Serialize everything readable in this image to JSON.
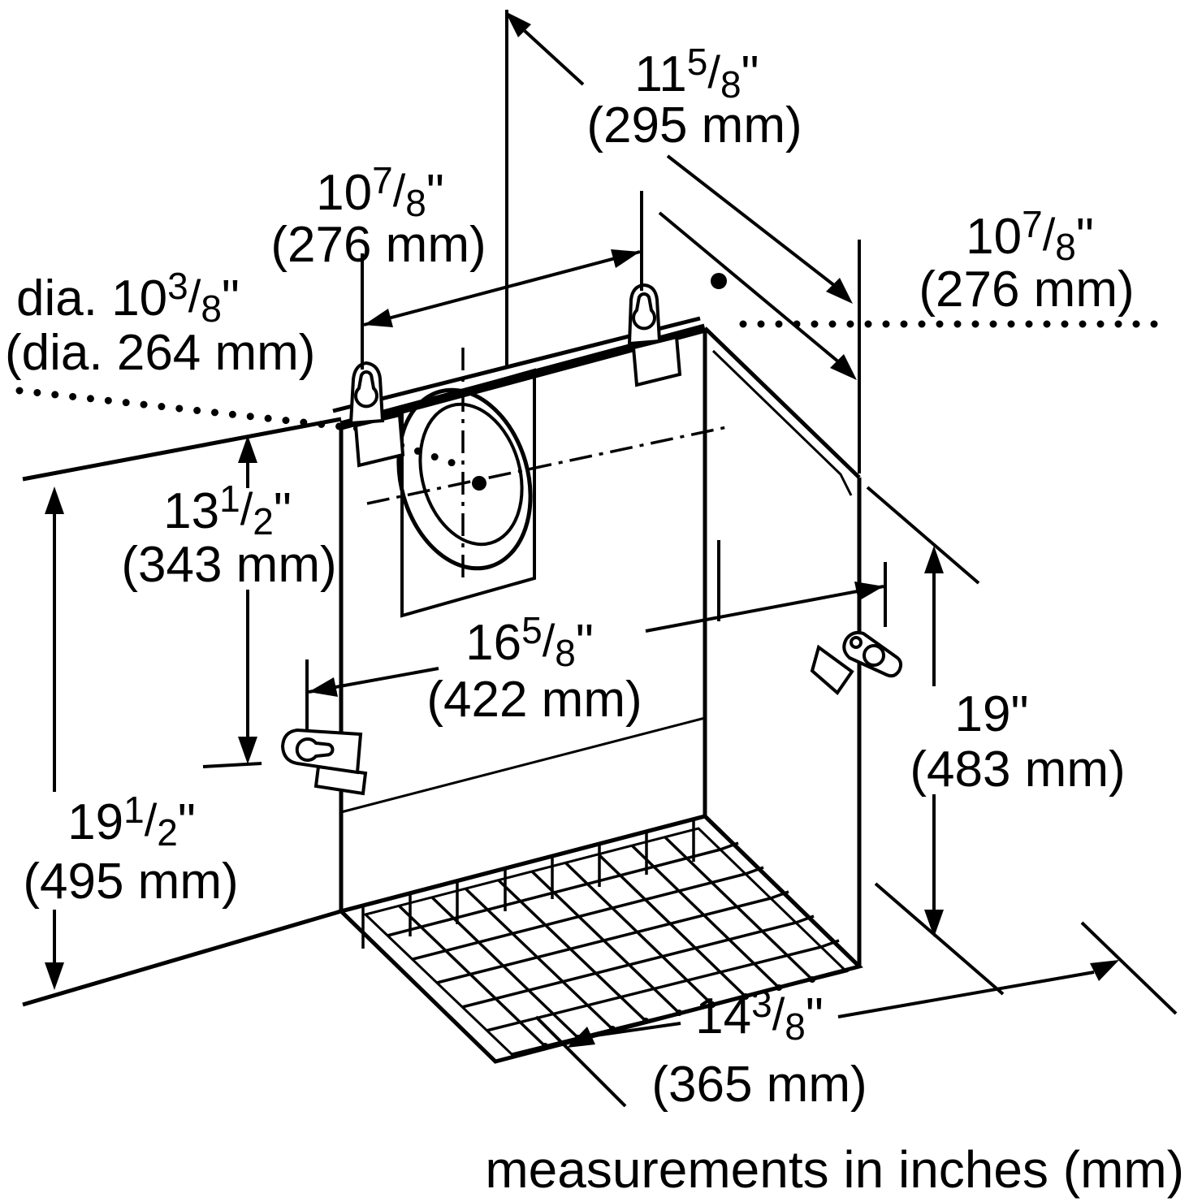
{
  "drawing": {
    "caption": "measurements in inches (mm)",
    "fraction_slash": "/",
    "colors": {
      "line": "#000000",
      "background": "#ffffff"
    },
    "dims": {
      "top_depth": {
        "whole": "11",
        "num": "5",
        "den": "8",
        "inch_mark": "\"",
        "mm": "(295 mm)"
      },
      "top_width": {
        "whole": "10",
        "num": "7",
        "den": "8",
        "inch_mark": "\"",
        "mm": "(276 mm)"
      },
      "duct_dia": {
        "prefix": "dia. ",
        "whole": "10",
        "num": "3",
        "den": "8",
        "inch_mark": "\"",
        "mm": "(dia. 264 mm)"
      },
      "right_depth": {
        "whole": "10",
        "num": "7",
        "den": "8",
        "inch_mark": "\"",
        "mm": "(276 mm)"
      },
      "tab_drop": {
        "whole": "13",
        "num": "1",
        "den": "2",
        "inch_mark": "\"",
        "mm": "(343 mm)"
      },
      "body_width": {
        "whole": "16",
        "num": "5",
        "den": "8",
        "inch_mark": "\"",
        "mm": "(422 mm)"
      },
      "rear_height": {
        "whole": "19",
        "inch_mark": "\"",
        "mm": "(483 mm)"
      },
      "wall_height": {
        "whole": "19",
        "num": "1",
        "den": "2",
        "inch_mark": "\"",
        "mm": "(495 mm)"
      },
      "bottom_depth": {
        "whole": "14",
        "num": "3",
        "den": "8",
        "inch_mark": "\"",
        "mm": "(365 mm)"
      }
    }
  }
}
